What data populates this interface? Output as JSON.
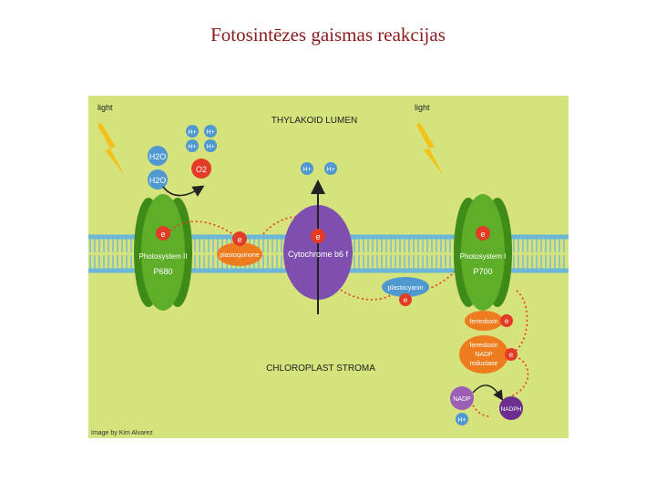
{
  "title": "Fotosintēzes gaismas reakcijas",
  "diagram": {
    "light_left": "light",
    "light_right": "light",
    "lumen_label": "THYLAKOID LUMEN",
    "stroma_label": "CHLOROPLAST STROMA",
    "credit": "Image by Kim Alvarez",
    "h_plus": "H+",
    "h2o": "H2O",
    "o2": "O2",
    "electron": "e",
    "ps2_name": "Photosystem II",
    "ps2_code": "P680",
    "ps1_name": "Photosystem I",
    "ps1_code": "P700",
    "plastoquinone": "plastoquinone",
    "cytochrome": "Cytochrome b6 f",
    "plastocyanin": "plastocyanin",
    "ferredoxin": "ferredoxin",
    "fnr_line1": "ferredoxin",
    "fnr_line2": "NADP",
    "fnr_line3": "reductase",
    "nadp": "NADP",
    "nadph": "NADPH"
  },
  "colors": {
    "title": "#8b1a1a",
    "background": "#d6e27c",
    "membrane": "#6cb7d8",
    "photosystem_dark": "#3f8b17",
    "photosystem_light": "#5fae2a",
    "cytochrome": "#7f4fb0",
    "electron": "#e23b26",
    "carrier_orange": "#ee7c1e",
    "water_blue": "#4f98d0",
    "nadp_purple": "#9c5fb5",
    "nadph_purple": "#6c2f8f",
    "lightning": "#f2c21b"
  }
}
